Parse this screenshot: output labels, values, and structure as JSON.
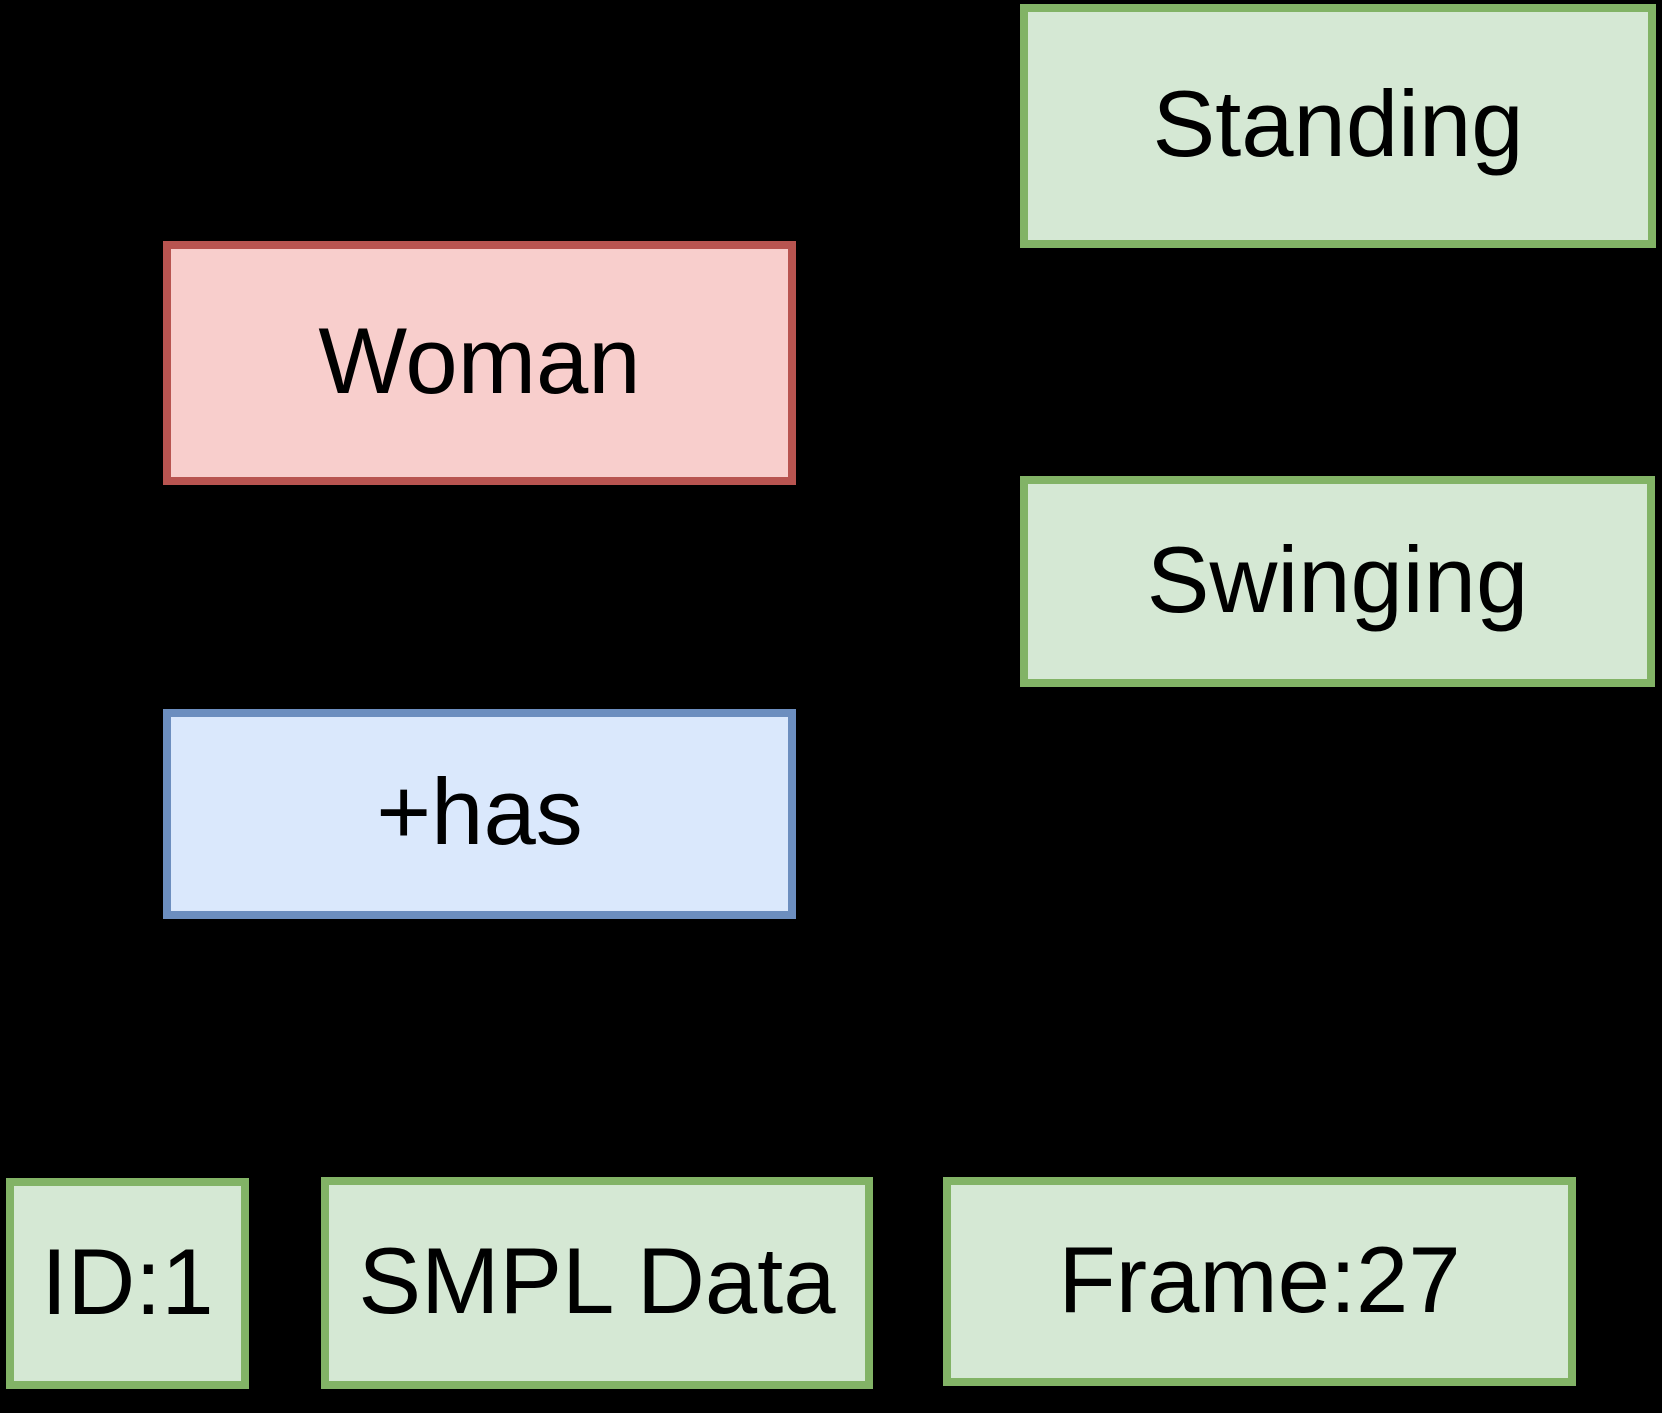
{
  "diagram": {
    "background": "#000000",
    "text_color": "#000000",
    "nodes": [
      {
        "id": "standing",
        "label": "Standing",
        "fill": "#d5e8d4",
        "stroke": "#82b366"
      },
      {
        "id": "woman",
        "label": "Woman",
        "fill": "#f8cecc",
        "stroke": "#b85450"
      },
      {
        "id": "swinging",
        "label": "Swinging",
        "fill": "#d5e8d4",
        "stroke": "#82b366"
      },
      {
        "id": "has",
        "label": "+has",
        "fill": "#dae8fc",
        "stroke": "#6c8ebf"
      },
      {
        "id": "id1",
        "label": "ID:1",
        "fill": "#d5e8d4",
        "stroke": "#82b366"
      },
      {
        "id": "smpl",
        "label": "SMPL Data",
        "fill": "#d5e8d4",
        "stroke": "#82b366"
      },
      {
        "id": "frame27",
        "label": "Frame:27",
        "fill": "#d5e8d4",
        "stroke": "#82b366"
      }
    ]
  }
}
